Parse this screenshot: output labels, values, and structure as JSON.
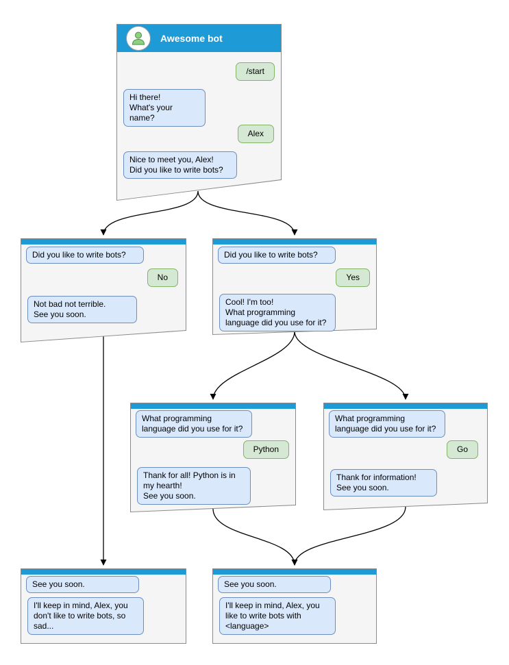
{
  "nodes": {
    "root": {
      "title": "Awesome bot",
      "messages": [
        {
          "from": "user",
          "text": "/start"
        },
        {
          "from": "bot",
          "text": "Hi there!\nWhat's your name?"
        },
        {
          "from": "user",
          "text": "Alex"
        },
        {
          "from": "bot",
          "text": "Nice to meet you, Alex!\nDid you like to write bots?"
        }
      ]
    },
    "branch_no": {
      "messages": [
        {
          "from": "bot",
          "text": "Did you like to write bots?"
        },
        {
          "from": "user",
          "text": "No"
        },
        {
          "from": "bot",
          "text": "Not bad not terrible.\nSee you soon."
        }
      ]
    },
    "branch_yes": {
      "messages": [
        {
          "from": "bot",
          "text": "Did you like to write bots?"
        },
        {
          "from": "user",
          "text": "Yes"
        },
        {
          "from": "bot",
          "text": "Cool! I'm too!\nWhat programming\nlanguage did you use for it?"
        }
      ]
    },
    "branch_python": {
      "messages": [
        {
          "from": "bot",
          "text": "What programming\nlanguage did you use for it?"
        },
        {
          "from": "user",
          "text": "Python"
        },
        {
          "from": "bot",
          "text": "Thank for all! Python is in\nmy hearth!\nSee you soon."
        }
      ]
    },
    "branch_go": {
      "messages": [
        {
          "from": "bot",
          "text": "What programming\nlanguage did you use for it?"
        },
        {
          "from": "user",
          "text": "Go"
        },
        {
          "from": "bot",
          "text": "Thank for information!\nSee you soon."
        }
      ]
    },
    "end_no": {
      "messages": [
        {
          "from": "bot",
          "text": "See you soon."
        },
        {
          "from": "bot",
          "text": "I'll keep in mind, Alex, you\ndon't like to write bots, so\nsad..."
        }
      ]
    },
    "end_lang": {
      "messages": [
        {
          "from": "bot",
          "text": "See you soon."
        },
        {
          "from": "bot",
          "text": "I'll keep in mind, Alex, you\nlike to write bots with\n<language>"
        }
      ]
    }
  },
  "colors": {
    "header_blue": "#1e9bd7",
    "panel_bg": "#f5f5f5",
    "panel_border": "#8a8a8a",
    "bot_bubble_bg": "#dae8fc",
    "bot_bubble_border": "#6c8ebf",
    "user_bubble_bg": "#d5e8d4",
    "user_bubble_border": "#82b366",
    "arrow": "#000000"
  },
  "icons": {
    "avatar": "person-icon"
  }
}
